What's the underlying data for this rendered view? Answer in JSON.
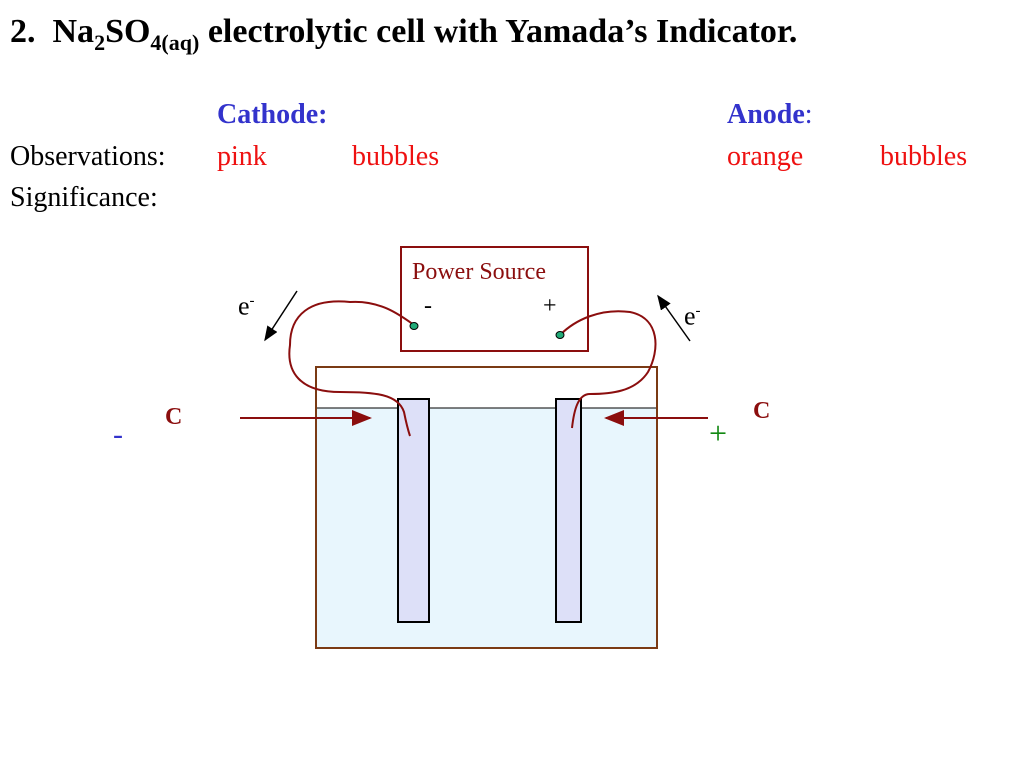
{
  "title": {
    "number": "2.",
    "compound_main": "Na",
    "compound_sub1": "2",
    "compound_mid": "SO",
    "compound_sub2": "4(aq)",
    "rest": "electrolytic cell with Yamada’s Indicator."
  },
  "headers": {
    "cathode": "Cathode:",
    "anode_word": "Anode",
    "anode_colon": ":"
  },
  "rows": {
    "observations_label": "Observations:",
    "significance_label": "Significance:",
    "cathode_obs1": "pink",
    "cathode_obs2": "bubbles",
    "anode_obs1": "orange",
    "anode_obs2": "bubbles"
  },
  "diagram": {
    "power_source_label": "Power Source",
    "ps_minus": "-",
    "ps_plus": "+",
    "left_electron": "e",
    "right_electron": "e",
    "electron_sup": "-",
    "left_electrode_label": "C",
    "right_electrode_label": "C",
    "left_sign": "-",
    "right_sign": "+"
  },
  "colors": {
    "heading_blue": "#3333cc",
    "observation_red": "#ee1111",
    "wire_maroon": "#8b0e0e",
    "solution_fill": "#e8f6fd",
    "electrode_fill": "#dde0f8",
    "plus_green": "#118811"
  }
}
